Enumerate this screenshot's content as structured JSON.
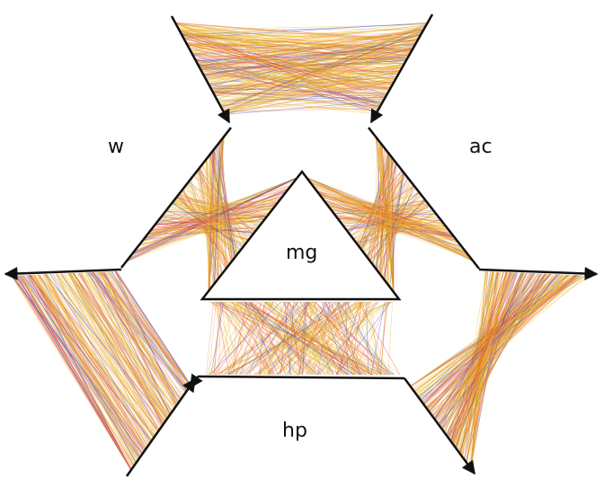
{
  "labels": {
    "w": "w",
    "ac": "ac",
    "mg": "mg",
    "hp": "hp"
  },
  "colors": {
    "background": "#ffffff",
    "axis": "#111111",
    "series": [
      "#e8b51f",
      "#e8342a",
      "#3b49c9",
      "#f07fa0",
      "#e47c2a"
    ]
  }
}
